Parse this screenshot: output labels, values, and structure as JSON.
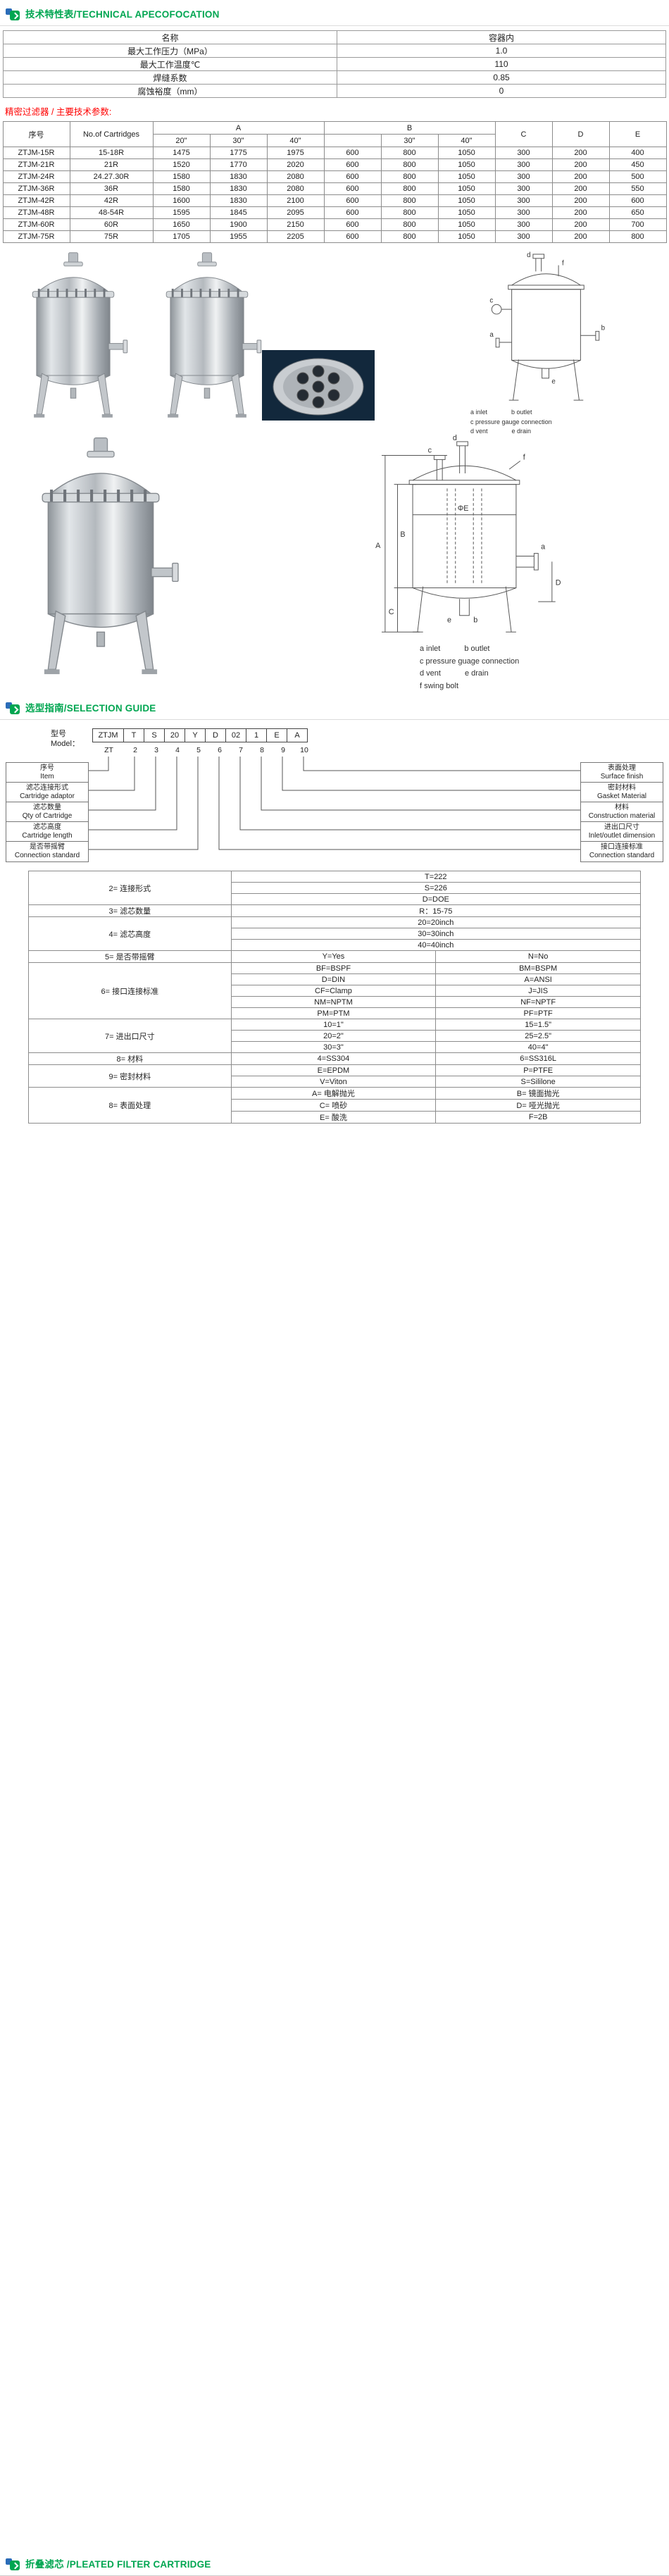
{
  "palette": {
    "accent_green": "#00a651",
    "accent_red": "#ff0000",
    "icon_blue": "#2b6cb8"
  },
  "sections": {
    "tech": {
      "title": "技术特性表/TECHNICAL APECOFOCATION"
    },
    "selection": {
      "title": "选型指南/SELECTION GUIDE"
    },
    "pleated": {
      "title": "折叠滤芯 /PLEATED FILTER CARTRIDGE"
    }
  },
  "vessel_table": {
    "headers": [
      "名称",
      "容器内"
    ],
    "rows": [
      [
        "最大工作压力（MPa）",
        "1.0"
      ],
      [
        "最大工作温度℃",
        "110"
      ],
      [
        "焊缝系数",
        "0.85"
      ],
      [
        "腐蚀裕度（mm）",
        "0"
      ]
    ]
  },
  "params_title": "精密过滤器 / 主要技术参数:",
  "filter_table": {
    "h_no": "序号",
    "h_cartridges": "No.of Cartridges",
    "h_a": "A",
    "h_b": "B",
    "h_c": "C",
    "h_d": "D",
    "h_e": "E",
    "sub": [
      "20\"",
      "30\"",
      "40\"",
      "",
      "30\"",
      "40\""
    ],
    "rows": [
      [
        "ZTJM-15R",
        "15-18R",
        "1475",
        "1775",
        "1975",
        "600",
        "800",
        "1050",
        "300",
        "200",
        "400"
      ],
      [
        "ZTJM-21R",
        "21R",
        "1520",
        "1770",
        "2020",
        "600",
        "800",
        "1050",
        "300",
        "200",
        "450"
      ],
      [
        "ZTJM-24R",
        "24.27.30R",
        "1580",
        "1830",
        "2080",
        "600",
        "800",
        "1050",
        "300",
        "200",
        "500"
      ],
      [
        "ZTJM-36R",
        "36R",
        "1580",
        "1830",
        "2080",
        "600",
        "800",
        "1050",
        "300",
        "200",
        "550"
      ],
      [
        "ZTJM-42R",
        "42R",
        "1600",
        "1830",
        "2100",
        "600",
        "800",
        "1050",
        "300",
        "200",
        "600"
      ],
      [
        "ZTJM-48R",
        "48-54R",
        "1595",
        "1845",
        "2095",
        "600",
        "800",
        "1050",
        "300",
        "200",
        "650"
      ],
      [
        "ZTJM-60R",
        "60R",
        "1650",
        "1900",
        "2150",
        "600",
        "800",
        "1050",
        "300",
        "200",
        "700"
      ],
      [
        "ZTJM-75R",
        "75R",
        "1705",
        "1955",
        "2205",
        "600",
        "800",
        "1050",
        "300",
        "200",
        "800"
      ]
    ]
  },
  "drawing1": {
    "labels": {
      "a": "a",
      "b": "b",
      "c": "c",
      "d": "d",
      "e": "e",
      "f": "f"
    },
    "caption": [
      [
        "a inlet",
        "b outlet"
      ],
      [
        "c pressure gauge connection",
        ""
      ],
      [
        "d vent",
        "e drain"
      ]
    ]
  },
  "drawing2": {
    "dims": {
      "A": "A",
      "B": "B",
      "C": "C",
      "D": "D",
      "E": "ΦE"
    },
    "labels": {
      "a": "a",
      "b": "b",
      "c": "c",
      "d": "d",
      "e": "e",
      "f": "f"
    },
    "caption": [
      [
        "a inlet",
        "b outlet"
      ],
      [
        "c pressure guage connection",
        ""
      ],
      [
        "d vent",
        "e drain"
      ],
      [
        "f swing bolt",
        ""
      ]
    ]
  },
  "model_diagram": {
    "label_cn": "型号",
    "label_en": "Model：",
    "boxes": [
      "ZTJM",
      "T",
      "S",
      "20",
      "Y",
      "D",
      "02",
      "1",
      "E",
      "A"
    ],
    "indices": [
      "ZT",
      "2",
      "3",
      "4",
      "5",
      "6",
      "7",
      "8",
      "9",
      "10"
    ],
    "left_labels": [
      {
        "cn": "序号",
        "en": "Item"
      },
      {
        "cn": "滤芯连接形式",
        "en": "Cartridge adaptor"
      },
      {
        "cn": "滤芯数量",
        "en": "Qty of Cartridge"
      },
      {
        "cn": "滤芯高度",
        "en": "Cartridge length"
      },
      {
        "cn": "是否带摇臂",
        "en": "Connection standard"
      }
    ],
    "right_labels": [
      {
        "cn": "表面处理",
        "en": "Surface finish"
      },
      {
        "cn": "密封材料",
        "en": "Gasket Material"
      },
      {
        "cn": "材料",
        "en": "Construction material"
      },
      {
        "cn": "进出口尺寸",
        "en": "Inlet/outlet dimension"
      },
      {
        "cn": "接口连接标准",
        "en": "Connection standard"
      }
    ]
  },
  "code_table": {
    "groups": [
      {
        "label": "2= 连接形式",
        "rows": [
          [
            "T=222"
          ],
          [
            "S=226"
          ],
          [
            "D=DOE"
          ]
        ]
      },
      {
        "label": "3= 滤芯数量",
        "rows": [
          [
            "R：15-75"
          ]
        ]
      },
      {
        "label": "4= 滤芯高度",
        "rows": [
          [
            "20=20inch"
          ],
          [
            "30=30inch"
          ],
          [
            "40=40inch"
          ]
        ]
      },
      {
        "label": "5= 是否带摇臂",
        "rows": [
          [
            "Y=Yes",
            "N=No"
          ]
        ]
      },
      {
        "label": "6= 接口连接标准",
        "rows": [
          [
            "BF=BSPF",
            "BM=BSPM"
          ],
          [
            "D=DIN",
            "A=ANSI"
          ],
          [
            "CF=Clamp",
            "J=JIS"
          ],
          [
            "NM=NPTM",
            "NF=NPTF"
          ],
          [
            "PM=PTM",
            "PF=PTF"
          ]
        ]
      },
      {
        "label": "7= 进出口尺寸",
        "rows": [
          [
            "10=1\"",
            "15=1.5\""
          ],
          [
            "20=2\"",
            "25=2.5\""
          ],
          [
            "30=3\"",
            "40=4\""
          ]
        ]
      },
      {
        "label": "8= 材料",
        "rows": [
          [
            "4=SS304",
            "6=SS316L"
          ]
        ]
      },
      {
        "label": "9= 密封材料",
        "rows": [
          [
            "E=EPDM",
            "P=PTFE"
          ],
          [
            "V=Viton",
            "S=Sililone"
          ]
        ]
      },
      {
        "label": "8= 表面处理",
        "rows": [
          [
            "A= 电解抛光",
            "B= 镜面抛光"
          ],
          [
            "C= 喷砂",
            "D= 哑光抛光"
          ],
          [
            "E= 酸洗",
            "F=2B"
          ]
        ]
      }
    ]
  }
}
